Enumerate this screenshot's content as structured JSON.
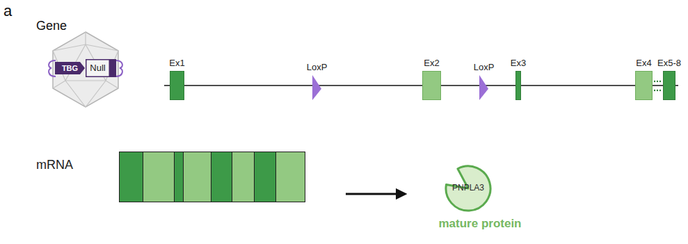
{
  "diagram": {
    "nodes": [
      {
        "text": [
          "TBG"
        ]
      },
      {
        "text": [
          "Null"
        ]
      },
      {
        "text": [
          "Ex1"
        ]
      },
      {
        "text": [
          "LoxP"
        ]
      },
      {
        "text": [
          "Ex2"
        ]
      },
      {
        "text": [
          "LoxP"
        ]
      },
      {
        "text": [
          "Ex3"
        ]
      },
      {
        "text": [
          "Ex4"
        ]
      },
      {
        "text": [
          "Ex5-8"
        ]
      },
      {
        "text": [
          "mRNA"
        ]
      },
      {
        "text": [
          "PNPLA3"
        ]
      }
    ],
    "edges": [
      {
        "from": 9,
        "to": 10,
        "arrow": "to"
      }
    ],
    "labels": [
      "a",
      "Gene",
      "mature protein"
    ]
  }
}
